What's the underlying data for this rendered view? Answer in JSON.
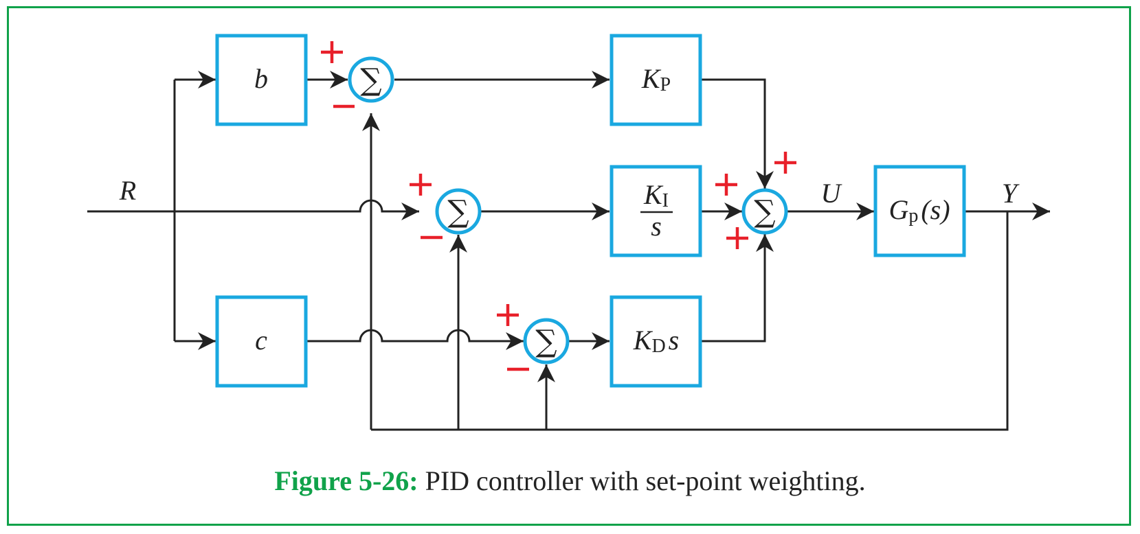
{
  "diagram": {
    "signals": {
      "input": "R",
      "control": "U",
      "output": "Y"
    },
    "blocks": {
      "b": {
        "text": "b"
      },
      "c": {
        "text": "c"
      },
      "kp": {
        "base": "K",
        "sub": "P"
      },
      "ki": {
        "base": "K",
        "sub": "I",
        "den": "s"
      },
      "kd": {
        "base": "K",
        "sub": "D",
        "tail": "s"
      },
      "gp": {
        "base": "G",
        "sub": "p",
        "tail": "(s)"
      }
    },
    "summing_symbol": "∑",
    "signs": {
      "sum_p": [
        "+",
        "−"
      ],
      "sum_i": [
        "+",
        "−"
      ],
      "sum_d": [
        "+",
        "−"
      ],
      "sum_out": [
        "+",
        "+",
        "+"
      ]
    }
  },
  "caption": {
    "label": "Figure 5-26:",
    "text": " PID controller with set-point weighting."
  },
  "colors": {
    "block": "#1aa8e0",
    "sign": "#e8202a",
    "frame": "#10a24a",
    "wire": "#222222"
  }
}
